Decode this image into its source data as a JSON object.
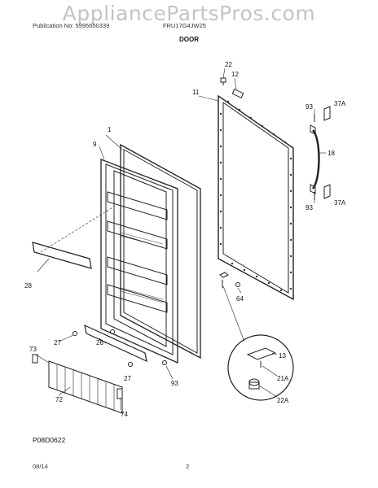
{
  "watermark": "AppliancePartsPros.com",
  "header": {
    "publication": "Publication No: 5995650339",
    "model": "FRU17G4JW25"
  },
  "section_title": "DOOR",
  "diagram_code": "P08D0622",
  "footer": {
    "date": "08/14",
    "page": "2"
  },
  "callouts": {
    "c1": "1",
    "c9": "9",
    "c11": "11",
    "c12": "12",
    "c13": "13",
    "c18": "18",
    "c21a": "21A",
    "c22": "22",
    "c22a": "22A",
    "c26": "26",
    "c27a": "27",
    "c27b": "27",
    "c28": "28",
    "c37a_top": "37A",
    "c37a_bot": "37A",
    "c64": "64",
    "c72": "72",
    "c73": "73",
    "c74": "74",
    "c93_top": "93",
    "c93_bot": "93",
    "c93_left": "93"
  }
}
